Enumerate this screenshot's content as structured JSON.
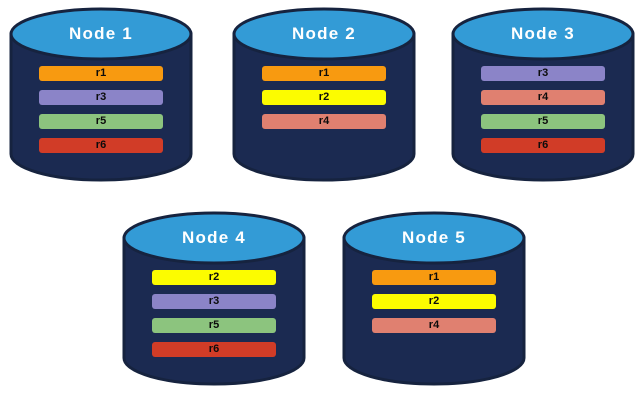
{
  "diagram": {
    "type": "node-replica-distribution",
    "palette": {
      "cylinder_body": "#1b2a51",
      "cylinder_top": "#339bd6",
      "cylinder_outline": "#16233f",
      "title_color": "#ffffff",
      "bar_text_color": "#0c0c0c",
      "background": "#ffffff"
    },
    "replica_colors": {
      "r1": "#f89a10",
      "r2": "#fcfc00",
      "r3": "#8b84c8",
      "r4": "#e08070",
      "r5": "#8cc47e",
      "r6": "#d13c27"
    },
    "nodes": [
      {
        "id": "node-1",
        "title": "Node 1",
        "replicas": [
          {
            "label": "r1",
            "color": "#f89a10"
          },
          {
            "label": "r3",
            "color": "#8b84c8"
          },
          {
            "label": "r5",
            "color": "#8cc47e"
          },
          {
            "label": "r6",
            "color": "#d13c27"
          }
        ]
      },
      {
        "id": "node-2",
        "title": "Node 2",
        "replicas": [
          {
            "label": "r1",
            "color": "#f89a10"
          },
          {
            "label": "r2",
            "color": "#fcfc00"
          },
          {
            "label": "r4",
            "color": "#e08070"
          }
        ]
      },
      {
        "id": "node-3",
        "title": "Node 3",
        "replicas": [
          {
            "label": "r3",
            "color": "#8b84c8"
          },
          {
            "label": "r4",
            "color": "#e08070"
          },
          {
            "label": "r5",
            "color": "#8cc47e"
          },
          {
            "label": "r6",
            "color": "#d13c27"
          }
        ]
      },
      {
        "id": "node-4",
        "title": "Node 4",
        "replicas": [
          {
            "label": "r2",
            "color": "#fcfc00"
          },
          {
            "label": "r3",
            "color": "#8b84c8"
          },
          {
            "label": "r5",
            "color": "#8cc47e"
          },
          {
            "label": "r6",
            "color": "#d13c27"
          }
        ]
      },
      {
        "id": "node-5",
        "title": "Node 5",
        "replicas": [
          {
            "label": "r1",
            "color": "#f89a10"
          },
          {
            "label": "r2",
            "color": "#fcfc00"
          },
          {
            "label": "r4",
            "color": "#e08070"
          }
        ]
      }
    ]
  }
}
